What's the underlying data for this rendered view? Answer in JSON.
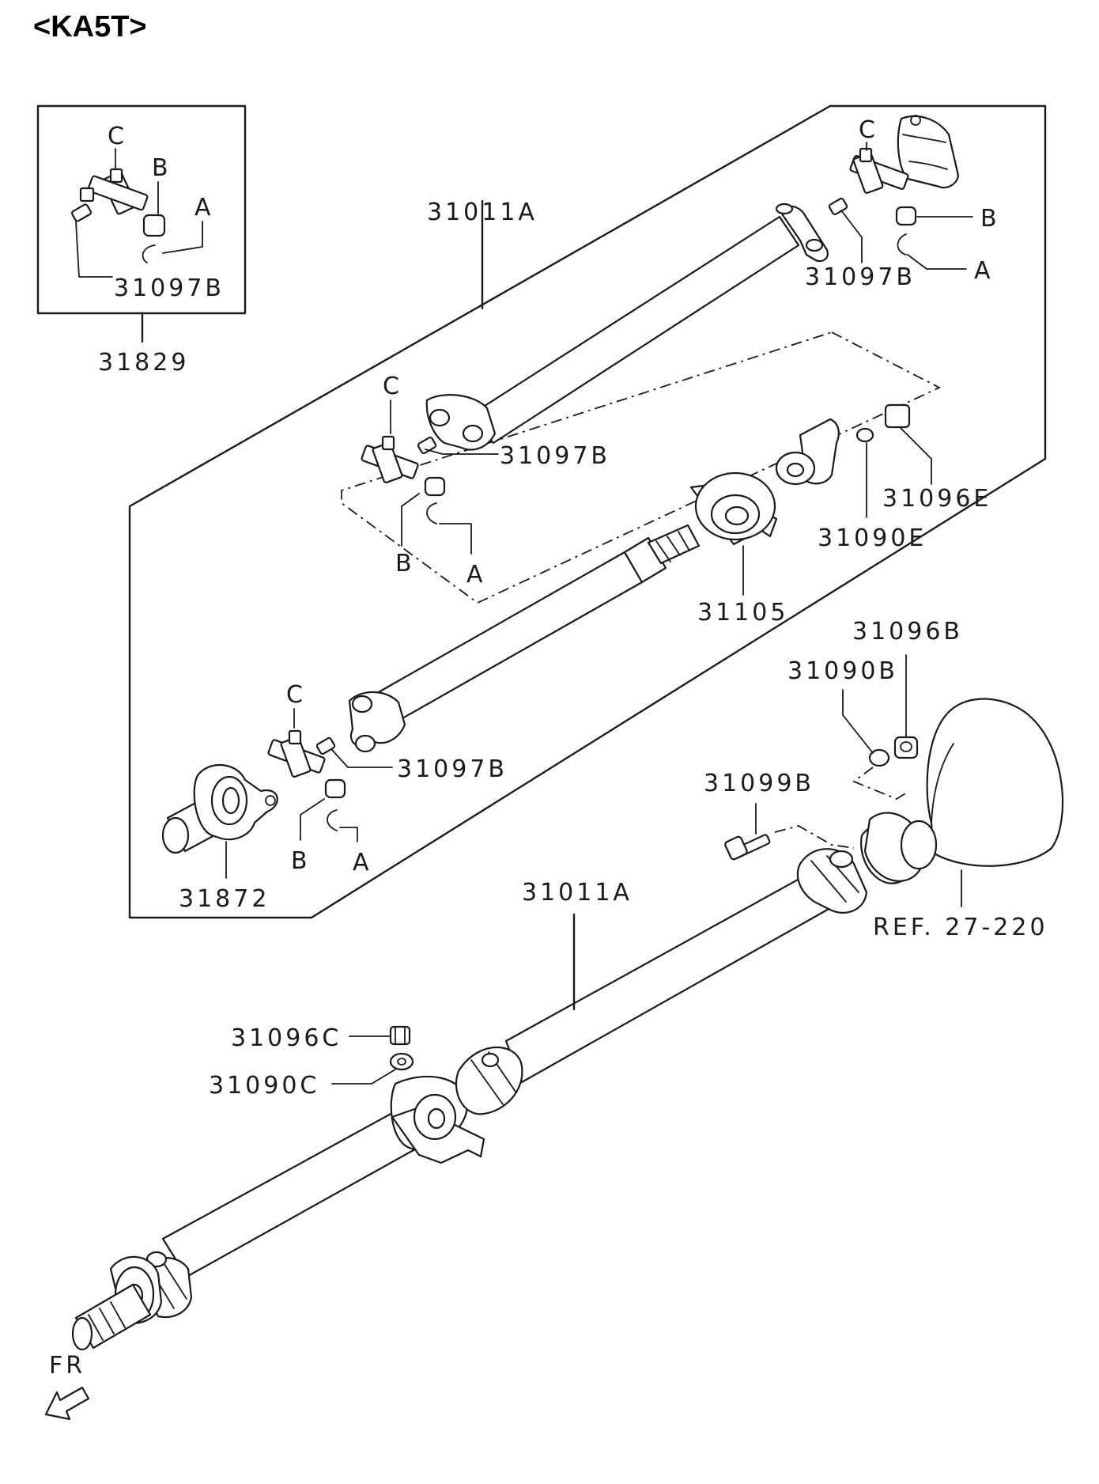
{
  "title": "<KA5T>",
  "labels": {
    "kit_part": "31829",
    "kit_joint": "31097B",
    "kit_a": "A",
    "kit_b": "B",
    "kit_c": "C",
    "upper_shaft": "31011A",
    "rear_joint": "31097B",
    "rear_a": "A",
    "rear_b": "B",
    "rear_c": "C",
    "mid_joint": "31097B",
    "mid_a": "A",
    "mid_b": "B",
    "mid_c": "C",
    "bearing_nut": "31096E",
    "bearing_washer": "31090E",
    "center_bearing": "31105",
    "front_joint": "31097B",
    "front_a": "A",
    "front_b": "B",
    "front_c": "C",
    "front_flange": "31872",
    "diff_nut": "31096B",
    "diff_washer": "31090B",
    "diff_bolt": "31099B",
    "lower_shaft": "31011A",
    "ref": "REF. 27-220",
    "lower_nut": "31096C",
    "lower_washer": "31090C",
    "direction": "FR"
  }
}
